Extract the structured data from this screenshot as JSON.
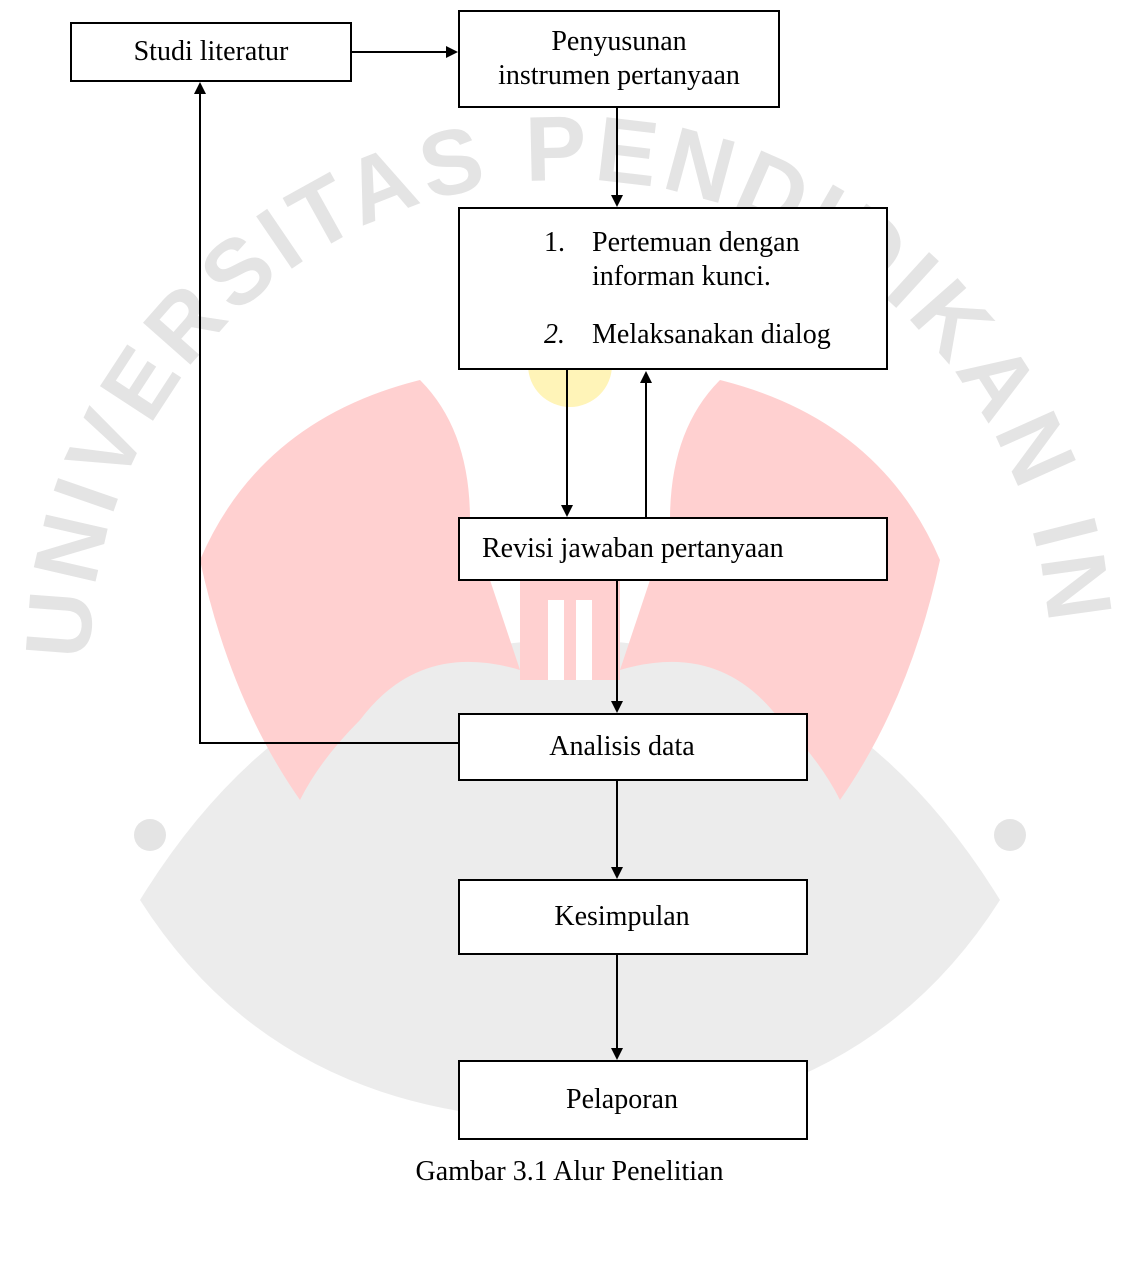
{
  "watermark": {
    "text": "UNIVERSITAS PENDIDIKAN INDONESIA • PERPUSTAKAAN •",
    "accent_color": "#ffcccc",
    "gray_color": "#e3e3e3",
    "dot_color": "#fff4b8"
  },
  "nodes": {
    "studi_literatur": "Studi literatur",
    "penyusunan": [
      "Penyusunan",
      "instrumen pertanyaan"
    ],
    "pertemuan": {
      "items": [
        {
          "number": "1.",
          "lines": [
            "Pertemuan dengan",
            "informan kunci."
          ]
        },
        {
          "number": "2.",
          "lines": [
            "Melaksanakan dialog"
          ]
        }
      ]
    },
    "revisi": "Revisi jawaban pertanyaan",
    "analisis": "Analisis data",
    "kesimpulan": "Kesimpulan",
    "pelaporan": "Pelaporan"
  },
  "caption": "Gambar 3.1 Alur Penelitian"
}
